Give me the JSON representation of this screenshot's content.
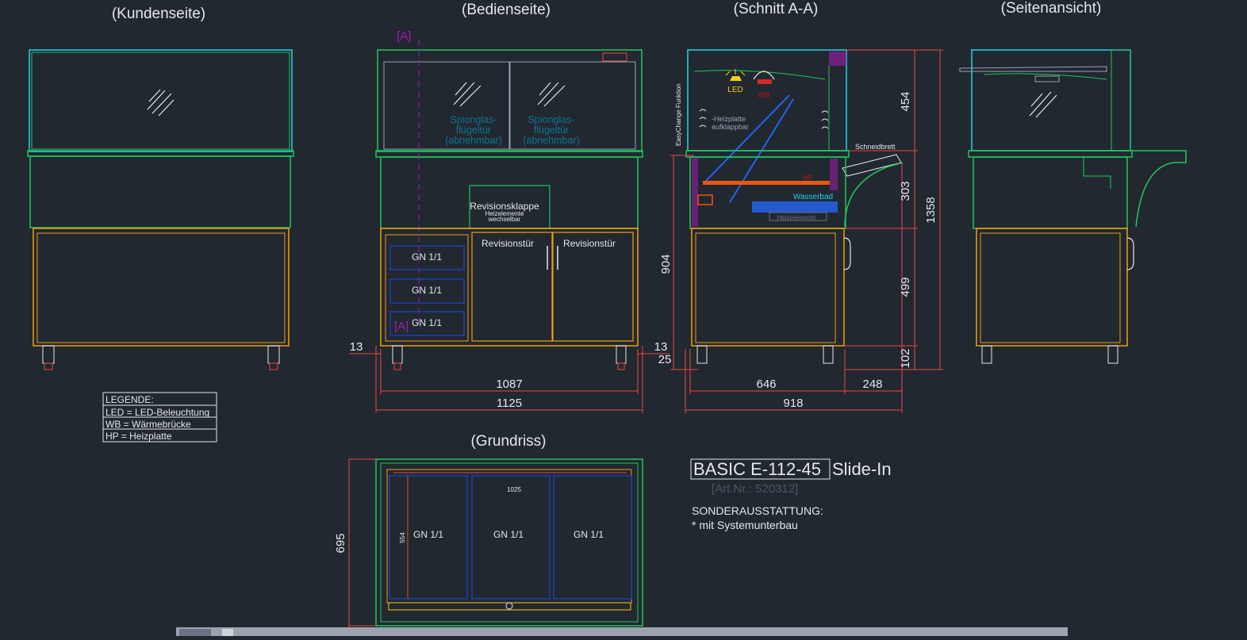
{
  "views": {
    "customer": "(Kundenseite)",
    "operator": "(Bedienseite)",
    "section": "(Schnitt A-A)",
    "side": "(Seitenansicht)",
    "plan": "(Grundriss)"
  },
  "labels": {
    "spy_glass_1": "Spionglas-",
    "spy_glass_2": "flügeltür",
    "spy_glass_3": "(abnehmbar)",
    "revision_flap": "Revisionsklappe",
    "heating_change_1": "Heizelemente",
    "heating_change_2": "wechselbar",
    "revision_door": "Revisionstür",
    "gn": "GN 1/1",
    "section_marker": "[A]",
    "led": "LED",
    "wb": "WB",
    "hp": "HP",
    "easychange": "EasyChange Funktion",
    "heatplate_1": "-Heizplatte",
    "heatplate_2": "aufklappbar",
    "cutting_board": "Schneidbrett",
    "water_bath": "Wasserbad",
    "heating_elements": "Heizelemente"
  },
  "dimensions": {
    "d13": "13",
    "d25": "25",
    "d1087": "1087",
    "d1125": "1125",
    "d904": "904",
    "d646": "646",
    "d248": "248",
    "d918": "918",
    "d454": "454",
    "d303": "303",
    "d499": "499",
    "d102": "102",
    "d1358": "1358",
    "d695": "695",
    "d1025": "1025",
    "d554": "554"
  },
  "legend": {
    "title": "LEGENDE:",
    "rows": [
      "LED = LED-Beleuchtung",
      "WB = Wärmebrücke",
      "HP = Heizplatte"
    ]
  },
  "product": {
    "model": "BASIC E-112-45",
    "variant": "Slide-In",
    "article": "[Art.Nr.: 520312]",
    "extras_title": "SONDERAUSSTATTUNG:",
    "extras_item": "* mit Systemunterbau"
  },
  "colors": {
    "background": "#212830",
    "glass": "#22d3ee",
    "frame_green": "#22c55e",
    "cabinet_orange": "#f59e0b",
    "dimension_red": "#ef4444",
    "gn_blue": "#1e40af",
    "section_magenta": "#a21caf",
    "led_yellow": "#facc15"
  }
}
